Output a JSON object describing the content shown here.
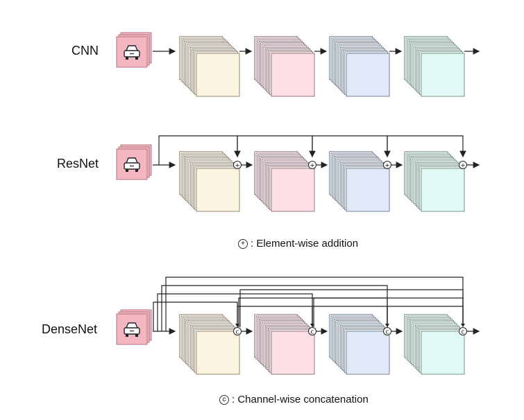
{
  "rows": [
    {
      "id": "cnn",
      "label": "CNN",
      "connections": "none"
    },
    {
      "id": "resnet",
      "label": "ResNet",
      "connections": "addition"
    },
    {
      "id": "densenet",
      "label": "DenseNet",
      "connections": "concatenation"
    }
  ],
  "legend": {
    "addition_symbol": "+",
    "addition_text": ": Element-wise addition",
    "concat_symbol": "c",
    "concat_text": ": Channel-wise concatenation"
  },
  "input_icon": "car-icon",
  "block_colors": [
    "#fdf3e1",
    "#fde0e4",
    "#dfe9f8",
    "#dffaf4"
  ],
  "block_edge_colors": [
    "#c8b89a",
    "#c99aa3",
    "#9aaec9",
    "#9ac9bb"
  ],
  "input_color": "#f4b6c0",
  "line_color": "#222222"
}
